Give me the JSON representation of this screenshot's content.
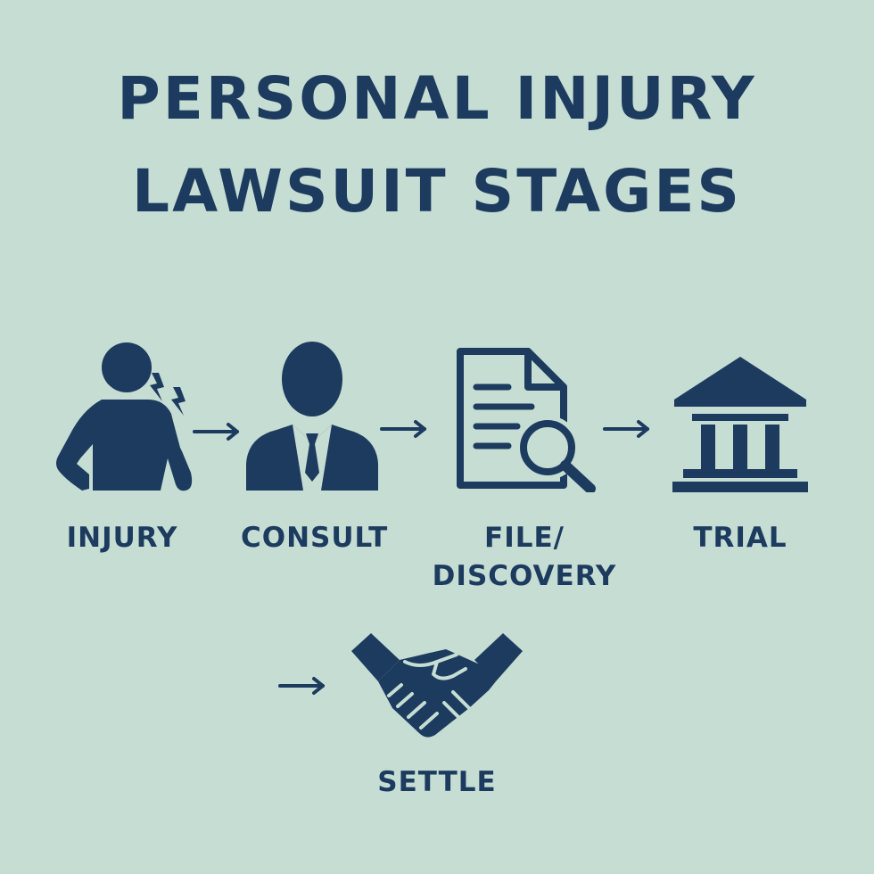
{
  "title": {
    "line1": "PERSONAL INJURY",
    "line2": "LAWSUIT STAGES"
  },
  "stages": [
    {
      "label": "INJURY",
      "icon": "injured-person-icon"
    },
    {
      "label": "CONSULT",
      "icon": "lawyer-icon"
    },
    {
      "label_line1": "FILE/",
      "label_line2": "DISCOVERY",
      "icon": "document-search-icon"
    },
    {
      "label": "TRIAL",
      "icon": "courthouse-icon"
    },
    {
      "label": "SETTLE",
      "icon": "handshake-icon"
    }
  ],
  "colors": {
    "background": "#c6ddd4",
    "ink": "#1c3b5e"
  }
}
